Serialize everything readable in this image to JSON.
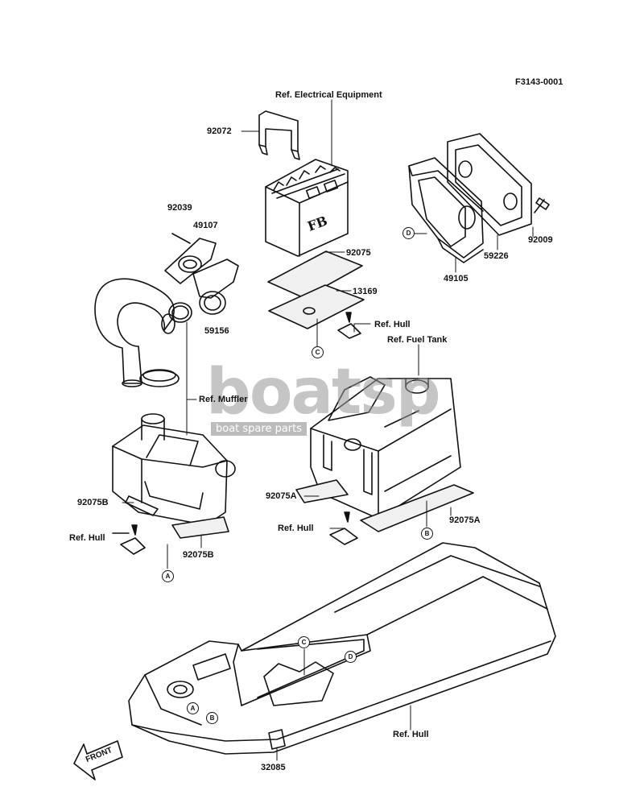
{
  "figure_code": "F3143-0001",
  "watermark": {
    "brand": "boatsp",
    "tagline": "boat spare parts"
  },
  "labels": {
    "ref_electrical": "Ref. Electrical Equipment",
    "p92072": "92072",
    "p92039": "92039",
    "p49107": "49107",
    "p92075": "92075",
    "p13169": "13169",
    "p59156": "59156",
    "ref_hull_c": "Ref. Hull",
    "ref_fuel_tank": "Ref. Fuel Tank",
    "p92009": "92009",
    "p59226": "59226",
    "p49105": "49105",
    "ref_muffler": "Ref. Muffler",
    "p92075B_left": "92075B",
    "p92075B_bottom": "92075B",
    "ref_hull_left": "Ref. Hull",
    "p92075A_left": "92075A",
    "p92075A_right": "92075A",
    "ref_hull_mid": "Ref. Hull",
    "ref_hull_bottom": "Ref. Hull",
    "p32085": "32085",
    "battery_marking": "FB",
    "front_arrow": "FRONT"
  },
  "callouts": {
    "A1": "A",
    "A2": "A",
    "B1": "B",
    "B2": "B",
    "C1": "C",
    "C2": "C",
    "D1": "D",
    "D2": "D"
  }
}
